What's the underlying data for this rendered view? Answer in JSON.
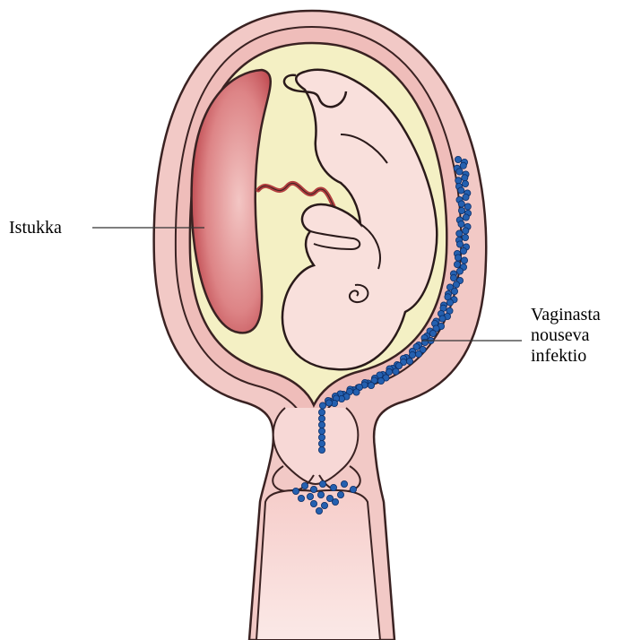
{
  "labels": {
    "placenta": "Istukka",
    "infection_line1": "Vaginasta",
    "infection_line2": "nouseva",
    "infection_line3": "infektio"
  },
  "colors": {
    "wall_outer": "#f2c9c6",
    "wall_stroke": "#3a2222",
    "amniotic_fluid": "#f4f0c4",
    "placenta": "#d46a6e",
    "fetus_skin": "#f9e0dc",
    "bacteria": "#2460b0",
    "umbilical_cord": "#b34040"
  }
}
